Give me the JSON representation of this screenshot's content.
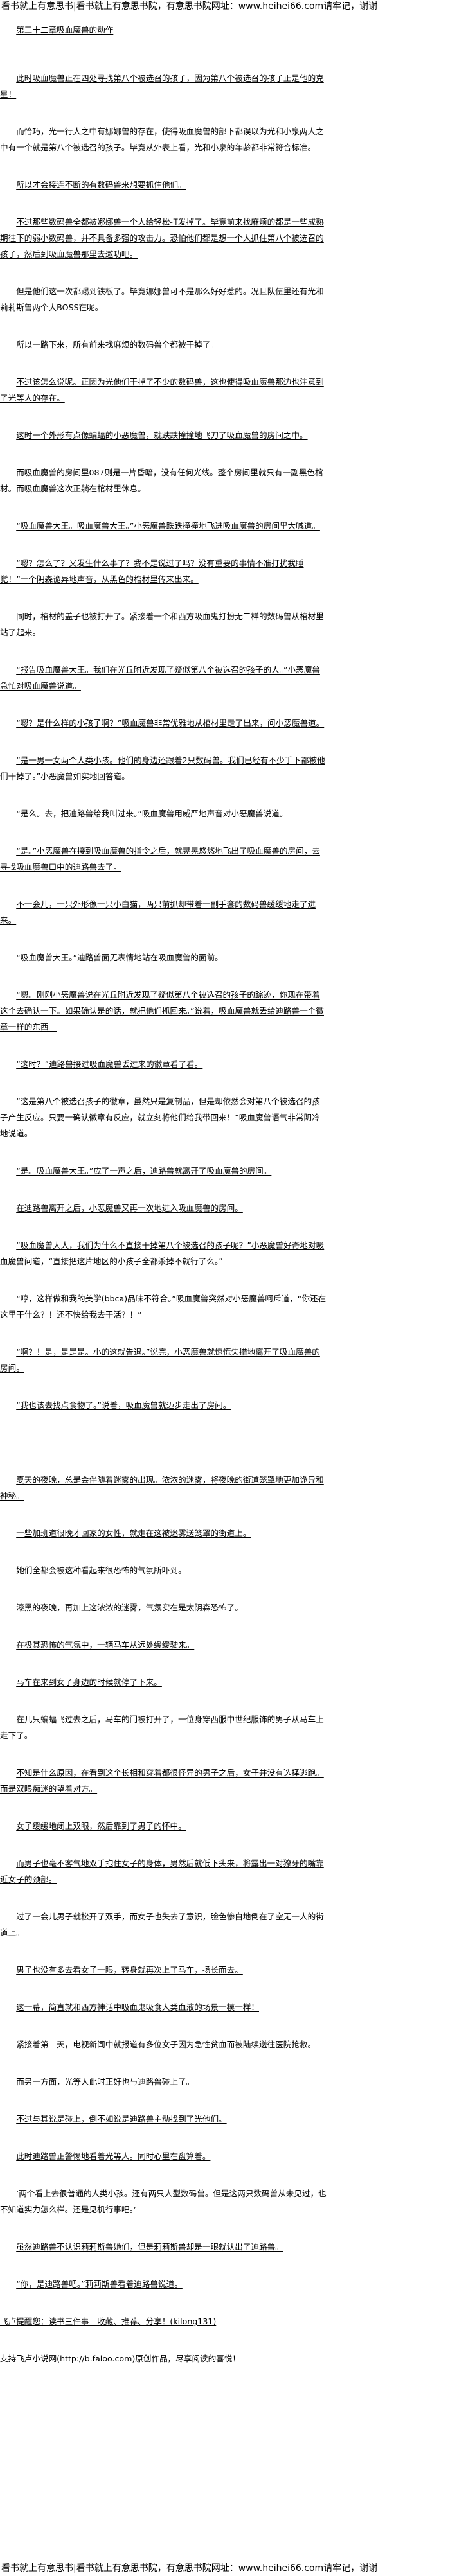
{
  "banner": "看书就上有意思书|看书就上有意思书院，有意思书院网址：www.heihei66.com请牢记，谢谢",
  "chapter": {
    "title": "第三十二章吸血魔兽的动作",
    "paragraphs": [
      "此时吸血魔兽正在四处寻找第八个被选召的孩子，因为第八个被选召的孩子正是他的克星！",
      "而恰巧，光一行人之中有娜娜兽的存在，使得吸血魔兽的部下都误以为光和小泉两人之中有一个就是第八个被选召的孩子。毕竟从外表上看，光和小泉的年龄都非常符合标准。",
      "所以才会接连不断的有数码兽来想要抓住他们。",
      "不过那些数码兽全都被娜娜兽一个人给轻松打发掉了。毕竟前来找麻烦的都是一些成熟期往下的弱小数码兽，并不具备多强的攻击力。恐怕他们都是想一个人抓住第八个被选召的孩子，然后到吸血魔兽那里去邀功吧。",
      "但是他们这一次都踢到铁板了。毕竟娜娜兽可不是那么好好惹的。况且队伍里还有光和莉莉斯兽两个大BOSS在呢。",
      "所以一路下来，所有前来找麻烦的数码兽全都被干掉了。",
      "不过该怎么说呢。正因为光他们干掉了不少的数码兽，这也使得吸血魔兽那边也注意到了光等人的存在。",
      "这时一个外形有点像蝙蝠的小恶魔兽，就跌跌撞撞地飞刀了吸血魔兽的房间之中。",
      "而吸血魔兽的房间里087则是一片昏暗，没有任何光线。整个房间里就只有一副黑色棺材。而吸血魔兽这次正躺在棺材里休息。",
      "“吸血魔兽大王。吸血魔兽大王。”小恶魔兽跌跌撞撞地飞进吸血魔兽的房间里大喊道。",
      "“嗯？怎么了？又发生什么事了？我不是说过了吗？没有重要的事情不准打扰我睡觉！”一个阴森诡异地声音，从黑色的棺材里传来出来。",
      "同时，棺材的盖子也被打开了。紧接着一个和西方吸血鬼打扮无二样的数码兽从棺材里站了起来。",
      "“报告吸血魔兽大王。我们在光丘附近发现了疑似第八个被选召的孩子的人。”小恶魔兽急忙对吸血魔兽说道。",
      "“嗯？是什么样的小孩子啊？”吸血魔兽非常优雅地从棺材里走了出来，问小恶魔兽道。",
      "“是一男一女两个人类小孩。他们的身边还跟着2只数码兽。我们已经有不少手下都被他们干掉了。”小恶魔兽如实地回答道。",
      "“是么。去，把迪路兽给我叫过来。”吸血魔兽用威严地声音对小恶魔兽说道。",
      "“是。”小恶魔兽在接到吸血魔兽的指令之后，就晃晃悠悠地飞出了吸血魔兽的房间，去寻找吸血魔兽口中的迪路兽去了。",
      "不一会儿，一只外形像一只小白猫，两只前抓却带着一副手套的数码兽缓缓地走了进来。",
      "“吸血魔兽大王。”迪路兽面无表情地站在吸血魔兽的面前。",
      "“嗯。刚刚小恶魔兽说在光丘附近发现了疑似第八个被选召的孩子的踪迹，你现在带着这个去确认一下。如果确认是的话，就把他们抓回来。”说着，吸血魔兽就丢给迪路兽一个徽章一样的东西。",
      "“这时？”迪路兽接过吸血魔兽丢过来的徽章看了看。",
      "“这是第八个被选召孩子的徽章，虽然只是复制品，但是却依然会对第八个被选召的孩子产生反应。只要一确认徽章有反应，就立刻将他们给我带回来！”吸血魔兽语气非常阴冷地说道。",
      "“是。吸血魔兽大王。”应了一声之后，迪路兽就离开了吸血魔兽的房间。",
      "在迪路兽离开之后，小恶魔兽又再一次地进入吸血魔兽的房间。",
      "“吸血魔兽大人，我们为什么不直接干掉第八个被选召的孩子呢？”小恶魔兽好奇地对吸血魔兽问道，“直接把这片地区的小孩子全都杀掉不就行了么。”",
      "“哼，这样做和我的美学(bbca)品味不符合。”吸血魔兽突然对小恶魔兽呵斥道，“你还在这里干什么？！还不快给我去干活？！”",
      "“啊？！是，是是是。小的这就告退。”说完，小恶魔兽就惊慌失措地离开了吸血魔兽的房间。",
      "“我也该去找点食物了。”说着，吸血魔兽就迈步走出了房间。",
      "——————",
      "夏天的夜晚，总是会伴随着迷雾的出现。浓浓的迷雾，将夜晚的街道笼罩地更加诡异和神秘。",
      "一些加班道很晚才回家的女性，就走在这被迷雾送笼罩的街道上。",
      "她们全都会被这种看起来很恐怖的气氛所吓到。",
      "漆黑的夜晚，再加上这浓浓的迷雾，气氛实在是太阴森恐怖了。",
      "在极其恐怖的气氛中，一辆马车从远处缓缓驶来。",
      "马车在来到女子身边的时候就停了下来。",
      "在几只蝙蝠飞过去之后，马车的门被打开了，一位身穿西服中世纪服饰的男子从马车上走下了。",
      "不知是什么原因，在看到这个长相和穿着都很怪异的男子之后，女子并没有选择逃跑。而是双眼痴迷的望着对方。",
      "女子缓缓地闭上双眼，然后靠到了男子的怀中。",
      "而男子也毫不客气地双手抱住女子的身体，男然后就低下头来，将露出一对獠牙的嘴靠近女子的颈部。",
      "过了一会儿男子就松开了双手，而女子也失去了意识，脸色惨白地倒在了空无一人的街道上。",
      "男子也没有多去看女子一眼，转身就再次上了马车，扬长而去。",
      "这一幕，简直就和西方神话中吸血鬼吸食人类血液的场景一模一样！",
      "紧接着第二天，电视新闻中就报道有多位女子因为急性贫血而被陆续送往医院抢救。",
      "而另一方面，光等人此时正好也与迪路兽碰上了。",
      "不过与其说是碰上，倒不如说是迪路兽主动找到了光他们。",
      "此时迪路兽正警惕地看着光等人。同时心里在盘算着。",
      "‘两个看上去很普通的人类小孩。还有两只人型数码兽。但是这两只数码兽从未见过，也不知道实力怎么样。还是见机行事吧。’",
      "虽然迪路兽不认识莉莉斯兽她们，但是莉莉斯兽却是一眼就认出了迪路兽。",
      "“你，是迪路兽吧。”莉莉斯兽看着迪路兽说道。"
    ]
  },
  "footer": {
    "reminder": "飞卢提醒您：读书三件事 - 收藏、推荐、分享！(kilong131)",
    "support": "支持飞卢小说网(http://b.faloo.com)原创作品，尽享阅读的喜悦！"
  }
}
